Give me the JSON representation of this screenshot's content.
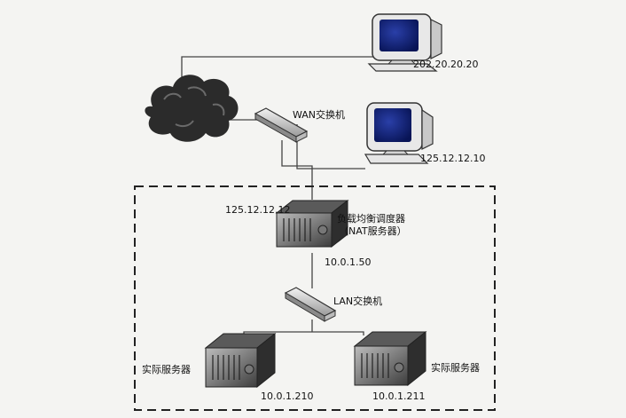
{
  "nodes": {
    "client_a_ip": "202.20.20.20",
    "client_b_ip": "125.12.12.10",
    "wan_switch": "WAN交换机",
    "lb_public_ip": "125.12.12.12",
    "lb_name_line1": "负载均衡调度器",
    "lb_name_line2": "（NAT服务器）",
    "lb_private_ip": "10.0.1.50",
    "lan_switch": "LAN交换机",
    "server_left_label": "实际服务器",
    "server_left_ip": "10.0.1.210",
    "server_right_label": "实际服务器",
    "server_right_ip": "10.0.1.211"
  },
  "colors": {
    "line": "#444444",
    "dash_border": "#222222",
    "monitor_screen": "#0a1a6e",
    "cloud": "#2a2a2a"
  },
  "icons": [
    "cloud-icon",
    "monitor-icon",
    "switch-icon",
    "server-icon"
  ]
}
